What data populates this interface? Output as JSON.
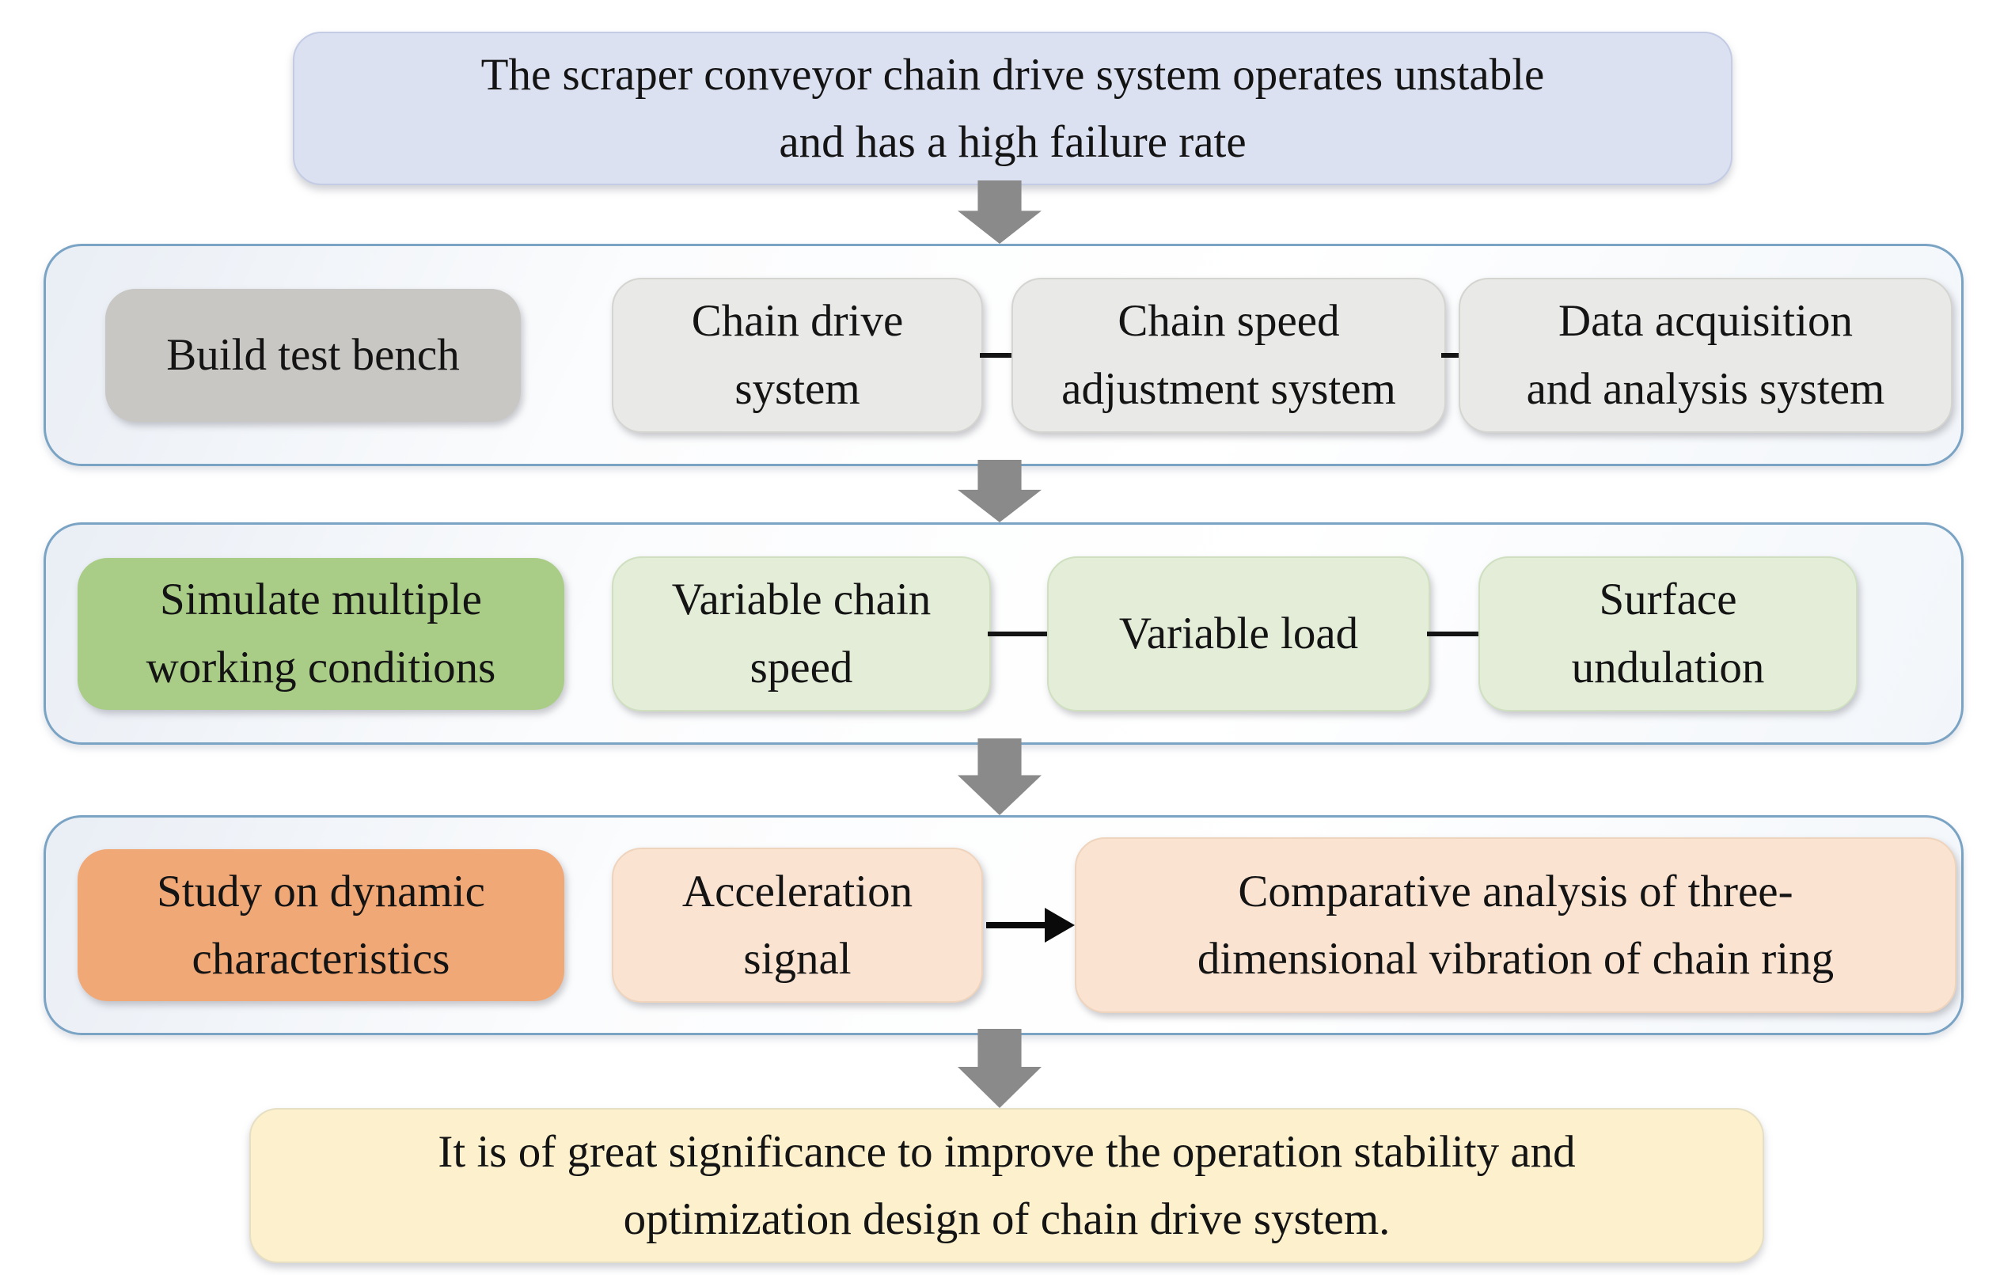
{
  "problem": {
    "lines": [
      "The scraper conveyor chain drive system operates unstable",
      "and has a high failure rate"
    ]
  },
  "sections": [
    {
      "lead": {
        "lines": [
          "Build test bench"
        ]
      },
      "items": [
        {
          "lines": [
            "Chain drive",
            "system"
          ]
        },
        {
          "lines": [
            "Chain speed",
            "adjustment system"
          ]
        },
        {
          "lines": [
            "Data acquisition",
            "and analysis system"
          ]
        }
      ]
    },
    {
      "lead": {
        "lines": [
          "Simulate multiple",
          "working conditions"
        ]
      },
      "items": [
        {
          "lines": [
            "Variable chain",
            "speed"
          ]
        },
        {
          "lines": [
            "Variable load"
          ]
        },
        {
          "lines": [
            "Surface",
            "undulation"
          ]
        }
      ]
    },
    {
      "lead": {
        "lines": [
          "Study on dynamic",
          "characteristics"
        ]
      },
      "items": [
        {
          "lines": [
            "Acceleration",
            "signal"
          ]
        },
        {
          "lines": [
            "Comparative analysis of three-",
            "dimensional vibration of chain ring"
          ]
        }
      ]
    }
  ],
  "conclusion": {
    "lines": [
      "It is of great significance to improve the operation stability and",
      "optimization design of chain drive system."
    ]
  },
  "icons": {
    "down_arrow": "block-down-arrow",
    "right_arrow": "solid-right-arrow",
    "connector": "straight-line-connector"
  },
  "colors": {
    "problem_bg": "#dce1f2",
    "conclusion_bg": "#fdf1cd",
    "row1_lead_bg": "#c9c7c4",
    "row1_item_bg": "#e9e9e7",
    "row2_lead_bg": "#a9cd87",
    "row2_item_bg": "#e3edd8",
    "row3_lead_bg": "#f1a877",
    "row3_item_bg": "#fbe3d1",
    "container_border": "#7aa3c4",
    "down_arrow": "#8a8a8a",
    "connector": "#141414"
  }
}
